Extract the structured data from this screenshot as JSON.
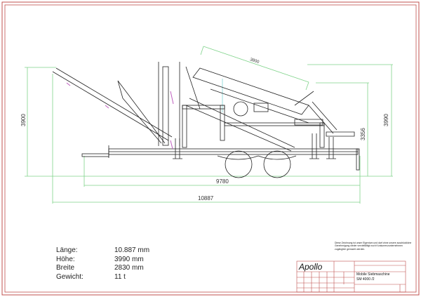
{
  "drawing": {
    "dimensions": {
      "overall_height_left": "3900",
      "overall_height_right": "3990",
      "rear_height": "3356",
      "wheelbase_length": "9780",
      "overall_length": "10887",
      "screen_length": "3800"
    }
  },
  "specs": [
    {
      "label": "Länge:",
      "value": "10.887 mm"
    },
    {
      "label": "Höhe:",
      "value": "3990 mm"
    },
    {
      "label": "Breite",
      "value": "2830 mm"
    },
    {
      "label": "Gewicht:",
      "value": "11 t"
    }
  ],
  "title_block": {
    "note": "Diese Zeichnung ist unser Eigentum und darf ohne unsere ausdrückliche Genehmigung weder vervielfältigt noch Konkurrenzunternehmen zugänglich gemacht werden.",
    "company": "Apollo",
    "title_line1": "Mobile Siebmaschine",
    "title_line2": "SM 4000 /2"
  },
  "colors": {
    "frame": "#c0504d",
    "dimension": "#7fd38a",
    "line": "#222222",
    "accent": "#c060c0"
  }
}
